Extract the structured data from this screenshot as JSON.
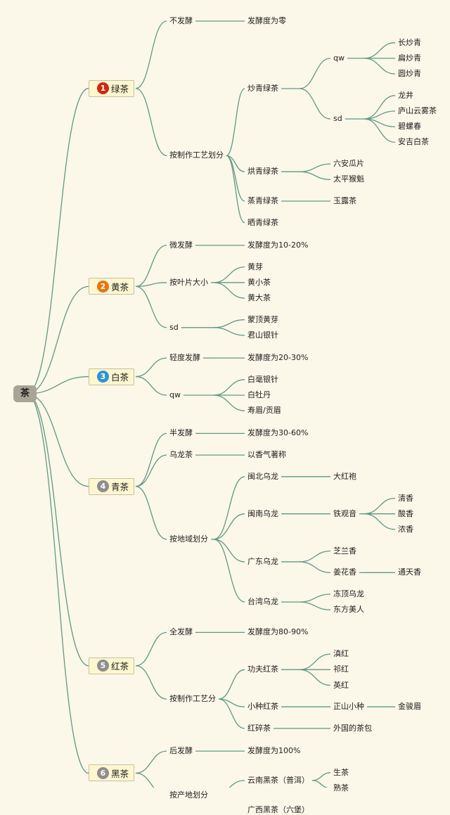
{
  "root": "茶",
  "categories": [
    {
      "label": "绿茶",
      "num": "1",
      "color": "#d0280e",
      "children": [
        {
          "label": "不发酵",
          "children": [
            {
              "label": "发酵度为零"
            }
          ]
        },
        {
          "label": "按制作工艺划分",
          "children": [
            {
              "label": "炒青绿茶",
              "children": [
                {
                  "label": "qw",
                  "children": [
                    {
                      "label": "长炒青"
                    },
                    {
                      "label": "扁炒青"
                    },
                    {
                      "label": "圆炒青"
                    }
                  ]
                },
                {
                  "label": "sd",
                  "children": [
                    {
                      "label": "龙井"
                    },
                    {
                      "label": "庐山云雾茶"
                    },
                    {
                      "label": "碧螺春"
                    },
                    {
                      "label": "安吉白茶"
                    }
                  ]
                }
              ]
            },
            {
              "label": "烘青绿茶",
              "children": [
                {
                  "label": "六安瓜片"
                },
                {
                  "label": "太平猴魁"
                }
              ]
            },
            {
              "label": "蒸青绿茶",
              "children": [
                {
                  "label": "玉露茶"
                }
              ]
            },
            {
              "label": "晒青绿茶"
            }
          ]
        }
      ]
    },
    {
      "label": "黄茶",
      "num": "2",
      "color": "#e8730f",
      "children": [
        {
          "label": "微发酵",
          "children": [
            {
              "label": "发酵度为10-20%"
            }
          ]
        },
        {
          "label": "按叶片大小",
          "children": [
            {
              "label": "黄芽"
            },
            {
              "label": "黄小茶"
            },
            {
              "label": "黄大茶"
            }
          ]
        },
        {
          "label": "sd",
          "children": [
            {
              "label": "蒙顶黄芽"
            },
            {
              "label": "君山银针"
            }
          ]
        }
      ]
    },
    {
      "label": "白茶",
      "num": "3",
      "color": "#2c94d8",
      "children": [
        {
          "label": "轻度发酵",
          "children": [
            {
              "label": "发酵度为20-30%"
            }
          ]
        },
        {
          "label": "qw",
          "children": [
            {
              "label": "白毫银针"
            },
            {
              "label": "白牡丹"
            },
            {
              "label": "寿眉/贡眉"
            }
          ]
        }
      ]
    },
    {
      "label": "青茶",
      "num": "4",
      "color": "#8e8e8e",
      "children": [
        {
          "label": "半发酵",
          "children": [
            {
              "label": "发酵度为30-60%"
            }
          ]
        },
        {
          "label": "乌龙茶",
          "children": [
            {
              "label": "以香气著称"
            }
          ]
        },
        {
          "label": "按地域划分",
          "children": [
            {
              "label": "闽北乌龙",
              "children": [
                {
                  "label": "大红袍"
                }
              ]
            },
            {
              "label": "闽南乌龙",
              "children": [
                {
                  "label": "铁观音",
                  "children": [
                    {
                      "label": "清香"
                    },
                    {
                      "label": "酸香"
                    },
                    {
                      "label": "浓香"
                    }
                  ]
                }
              ]
            },
            {
              "label": "广东乌龙",
              "children": [
                {
                  "label": "芝兰香"
                },
                {
                  "label": "姜花香",
                  "children": [
                    {
                      "label": "通天香"
                    }
                  ]
                }
              ]
            },
            {
              "label": "台湾乌龙",
              "children": [
                {
                  "label": "冻顶乌龙"
                },
                {
                  "label": "东方美人"
                }
              ]
            }
          ]
        }
      ]
    },
    {
      "label": "红茶",
      "num": "5",
      "color": "#8e8e8e",
      "children": [
        {
          "label": "全发酵",
          "children": [
            {
              "label": "发酵度为80-90%"
            }
          ]
        },
        {
          "label": "按制作工艺分",
          "children": [
            {
              "label": "功夫红茶",
              "children": [
                {
                  "label": "滇红"
                },
                {
                  "label": "祁红"
                },
                {
                  "label": "英红"
                }
              ]
            },
            {
              "label": "小种红茶",
              "children": [
                {
                  "label": "正山小种",
                  "children": [
                    {
                      "label": "金骏眉"
                    }
                  ]
                }
              ]
            },
            {
              "label": "红碎茶",
              "children": [
                {
                  "label": "外国的茶包"
                }
              ]
            }
          ]
        }
      ]
    },
    {
      "label": "黑茶",
      "num": "6",
      "color": "#8e8e8e",
      "children": [
        {
          "label": "后发酵",
          "children": [
            {
              "label": "发酵度为100%"
            }
          ]
        },
        {
          "label": "按产地划分",
          "children": [
            {
              "label": "云南黑茶（普洱）",
              "children": [
                {
                  "label": "生茶"
                },
                {
                  "label": "熟茶"
                }
              ]
            },
            {
              "label": "广西黑茶（六堡）"
            }
          ]
        }
      ]
    }
  ]
}
